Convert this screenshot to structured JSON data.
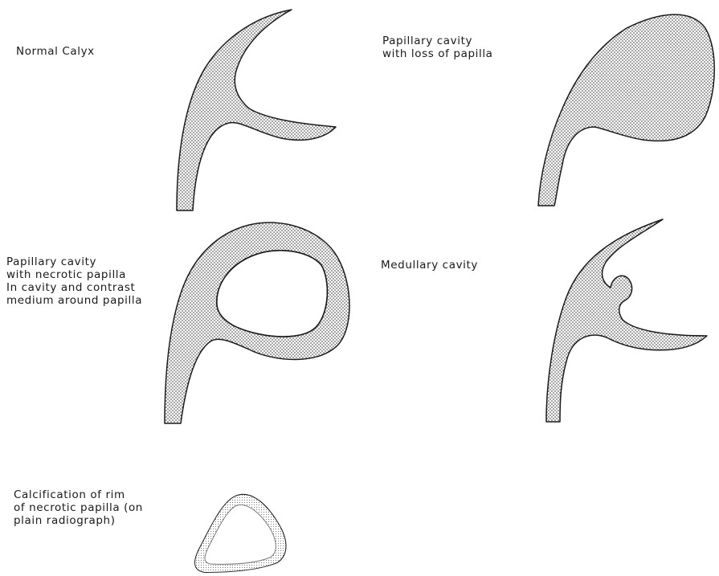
{
  "figure": {
    "labels": {
      "normal_calyx": [
        "Normal Calyx"
      ],
      "loss_of_papilla": [
        "Papillary cavity",
        "with loss of papilla"
      ],
      "necrotic_papilla": [
        "Papillary cavity",
        "with necrotic papilla",
        "In cavity and contrast",
        "medium around papilla"
      ],
      "medullary_cavity": [
        "Medullary cavity"
      ],
      "calcification": [
        "Calcification of rim",
        "of necrotic papilla (on",
        "plain radiograph)"
      ]
    }
  },
  "colors": {
    "ink": "#1a1a1a",
    "stipple": "#2a2a2a",
    "background": "#ffffff"
  }
}
